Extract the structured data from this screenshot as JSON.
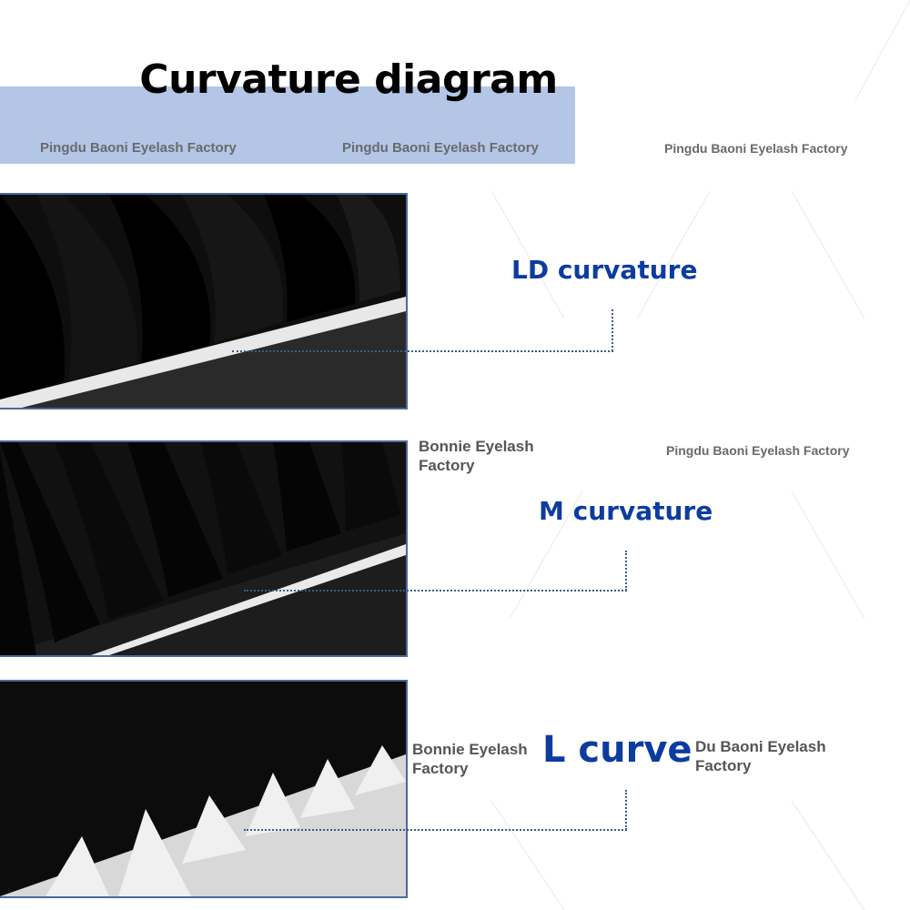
{
  "title": "Curvature diagram",
  "watermarks": {
    "band_left": "Pingdu Baoni Eyelash Factory",
    "band_right": "Pingdu Baoni Eyelash Factory",
    "top_right": "Pingdu Baoni Eyelash Factory",
    "middle_right": "Pingdu Baoni Eyelash Factory",
    "bonnie_1": "Bonnie Eyelash Factory",
    "bonnie_2": "Bonnie Eyelash Factory",
    "du_baoni": "Du Baoni Eyelash Factory"
  },
  "curves": [
    {
      "label": "LD curvature"
    },
    {
      "label": "M curvature"
    },
    {
      "label": "L curve"
    }
  ],
  "colors": {
    "band": "#b3c6e6",
    "label": "#0d3ca0",
    "frame": "#4a6a9a"
  }
}
